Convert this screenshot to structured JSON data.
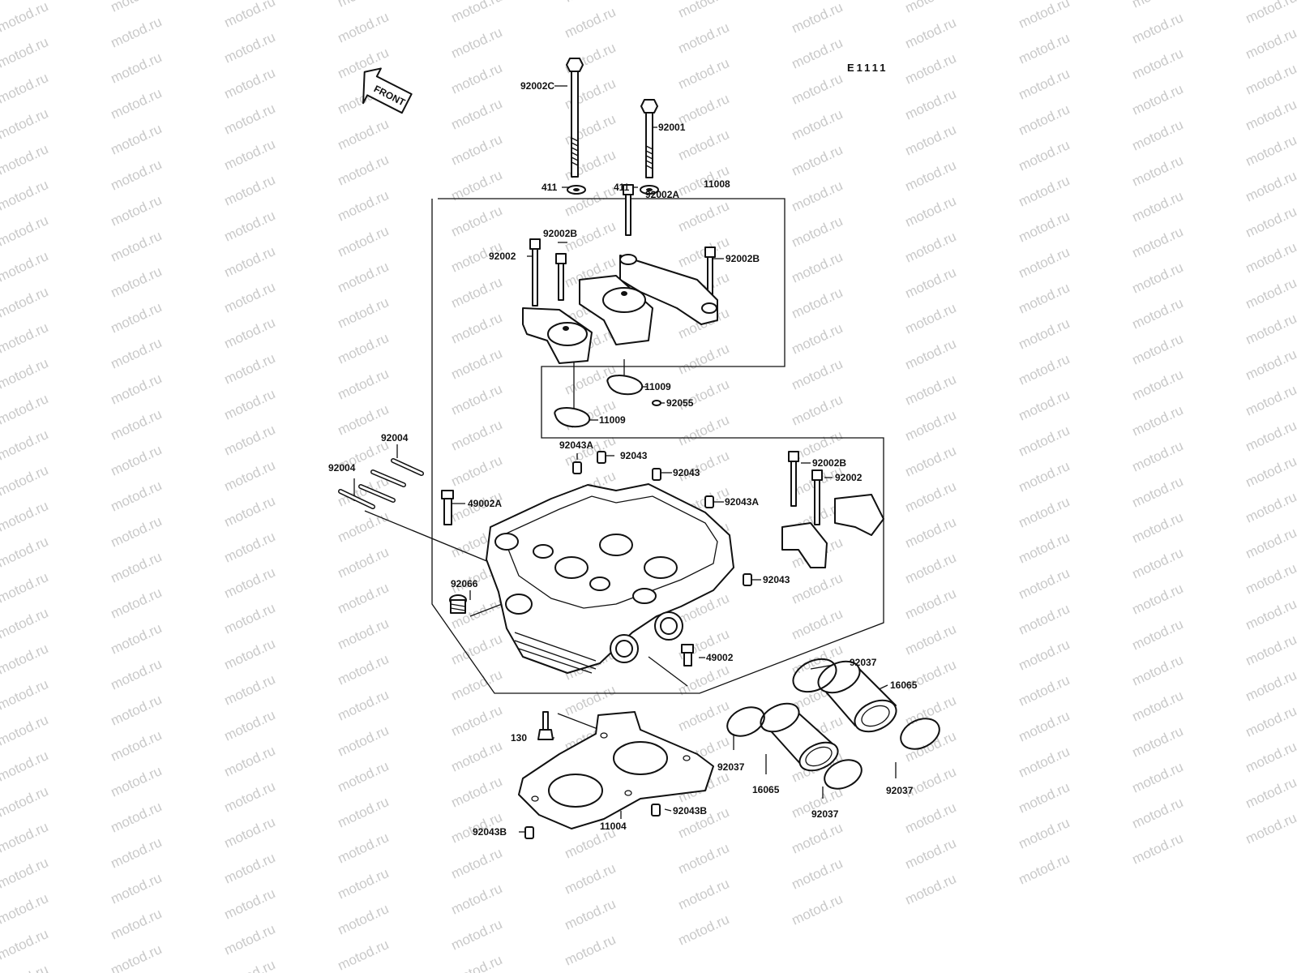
{
  "diagram": {
    "code": "E1111",
    "front_label": "FRONT",
    "watermark_text": "motod.ru",
    "ink_color": "#111111",
    "watermark_color": "#c9c9c9"
  },
  "parts": [
    {
      "id": "p1",
      "label": "92002C"
    },
    {
      "id": "p2",
      "label": "92001"
    },
    {
      "id": "p3",
      "label": "411"
    },
    {
      "id": "p4",
      "label": "411"
    },
    {
      "id": "p5",
      "label": "11008"
    },
    {
      "id": "p6",
      "label": "92002A"
    },
    {
      "id": "p7",
      "label": "92002B"
    },
    {
      "id": "p8",
      "label": "92002"
    },
    {
      "id": "p9",
      "label": "92002B"
    },
    {
      "id": "p10",
      "label": "11009"
    },
    {
      "id": "p11",
      "label": "92055"
    },
    {
      "id": "p12",
      "label": "11009"
    },
    {
      "id": "p13",
      "label": "92004"
    },
    {
      "id": "p14",
      "label": "92004"
    },
    {
      "id": "p15",
      "label": "49002A"
    },
    {
      "id": "p16",
      "label": "92043A"
    },
    {
      "id": "p17",
      "label": "92043"
    },
    {
      "id": "p18",
      "label": "92043"
    },
    {
      "id": "p19",
      "label": "92043A"
    },
    {
      "id": "p20",
      "label": "92002B"
    },
    {
      "id": "p21",
      "label": "92002"
    },
    {
      "id": "p22",
      "label": "92066"
    },
    {
      "id": "p23",
      "label": "92043"
    },
    {
      "id": "p24",
      "label": "49002"
    },
    {
      "id": "p25",
      "label": "92037"
    },
    {
      "id": "p26",
      "label": "16065"
    },
    {
      "id": "p27",
      "label": "130"
    },
    {
      "id": "p28",
      "label": "92037"
    },
    {
      "id": "p29",
      "label": "16065"
    },
    {
      "id": "p30",
      "label": "92037"
    },
    {
      "id": "p31",
      "label": "92037"
    },
    {
      "id": "p32",
      "label": "92043B"
    },
    {
      "id": "p33",
      "label": "11004"
    },
    {
      "id": "p34",
      "label": "92043B"
    }
  ]
}
